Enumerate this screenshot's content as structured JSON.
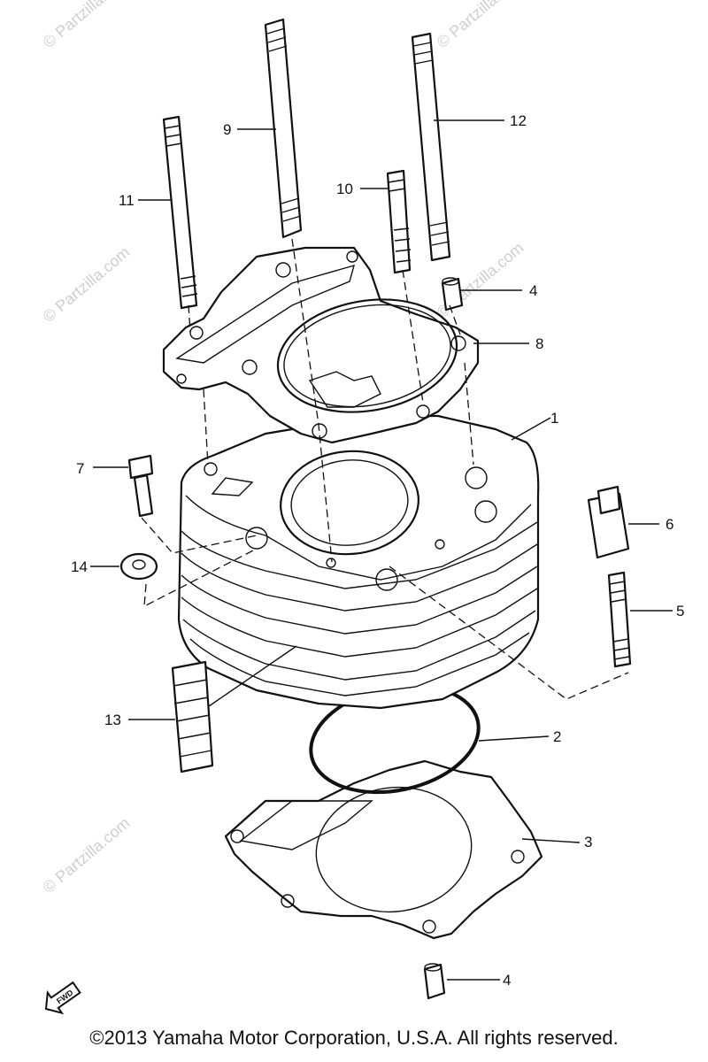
{
  "callouts": {
    "c1": "1",
    "c2": "2",
    "c3": "3",
    "c4a": "4",
    "c4b": "4",
    "c5": "5",
    "c6": "6",
    "c7": "7",
    "c8": "8",
    "c9": "9",
    "c10": "10",
    "c11": "11",
    "c12": "12",
    "c13": "13",
    "c14": "14"
  },
  "watermark": "© Partzilla.com",
  "fwd_label": "FWD",
  "copyright": "©2013  Yamaha Motor Corporation, U.S.A. All rights reserved."
}
